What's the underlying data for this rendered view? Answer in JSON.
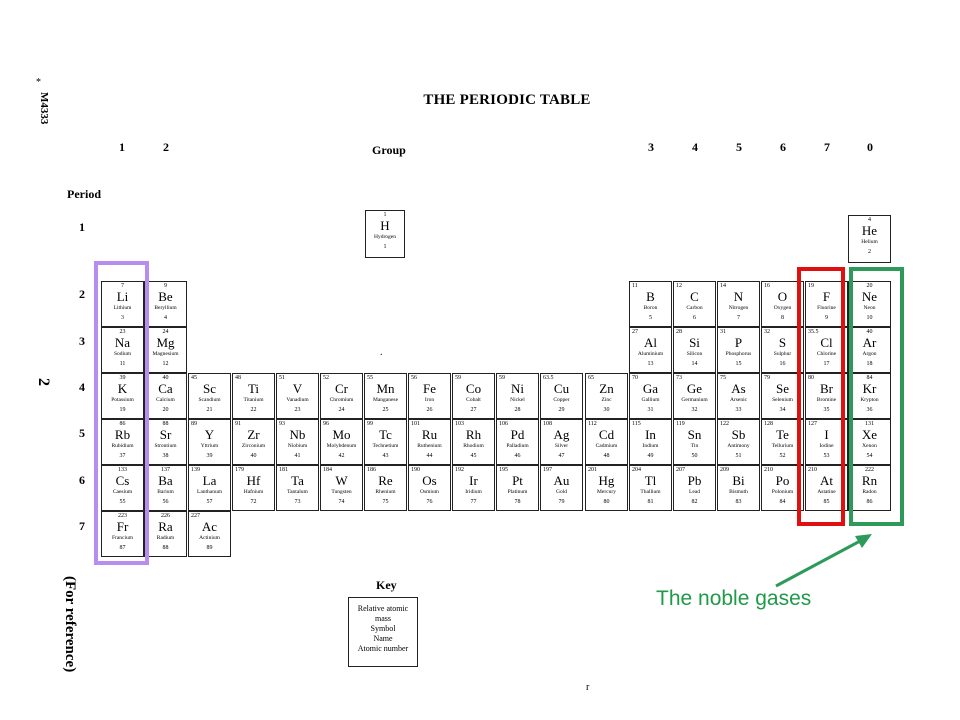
{
  "document": {
    "code": "M4333",
    "page_number": "2",
    "reference_note": "(For reference)",
    "title": "THE PERIODIC TABLE",
    "group_label": "Group",
    "period_label": "Period",
    "group_numbers": [
      "1",
      "2",
      "3",
      "4",
      "5",
      "6",
      "7",
      "0"
    ],
    "period_numbers": [
      "1",
      "2",
      "3",
      "4",
      "5",
      "6",
      "7"
    ],
    "key": {
      "label": "Key",
      "lines": [
        "Relative atomic",
        "mass",
        "Symbol",
        "Name",
        "Atomic number"
      ]
    }
  },
  "annotation": {
    "text": "The noble gases",
    "colors": {
      "group1_box": "#b98cf0",
      "halogen_box": "#e01010",
      "noble_box": "#2e9a5a",
      "arrow": "#2e9a5a",
      "text": "#1f9a48"
    }
  },
  "elements": [
    {
      "sym": "H",
      "name": "Hydrogen",
      "mass": "1",
      "num": "1",
      "col": -1,
      "row": 1
    },
    {
      "sym": "He",
      "name": "Helium",
      "mass": "4",
      "num": "2",
      "col": 16,
      "row": 1
    },
    {
      "sym": "Li",
      "name": "Lithium",
      "mass": "7",
      "num": "3",
      "col": 0,
      "row": 2
    },
    {
      "sym": "Be",
      "name": "Beryllium",
      "mass": "9",
      "num": "4",
      "col": 1,
      "row": 2
    },
    {
      "sym": "B",
      "name": "Boron",
      "mass": "11",
      "num": "5",
      "col": 11,
      "row": 2
    },
    {
      "sym": "C",
      "name": "Carbon",
      "mass": "12",
      "num": "6",
      "col": 12,
      "row": 2
    },
    {
      "sym": "N",
      "name": "Nitrogen",
      "mass": "14",
      "num": "7",
      "col": 13,
      "row": 2
    },
    {
      "sym": "O",
      "name": "Oxygen",
      "mass": "16",
      "num": "8",
      "col": 14,
      "row": 2
    },
    {
      "sym": "F",
      "name": "Fluorine",
      "mass": "19",
      "num": "9",
      "col": 15,
      "row": 2
    },
    {
      "sym": "Ne",
      "name": "Neon",
      "mass": "20",
      "num": "10",
      "col": 16,
      "row": 2
    },
    {
      "sym": "Na",
      "name": "Sodium",
      "mass": "23",
      "num": "11",
      "col": 0,
      "row": 3
    },
    {
      "sym": "Mg",
      "name": "Magnesium",
      "mass": "24",
      "num": "12",
      "col": 1,
      "row": 3
    },
    {
      "sym": "Al",
      "name": "Aluminium",
      "mass": "27",
      "num": "13",
      "col": 11,
      "row": 3
    },
    {
      "sym": "Si",
      "name": "Silicon",
      "mass": "28",
      "num": "14",
      "col": 12,
      "row": 3
    },
    {
      "sym": "P",
      "name": "Phosphorus",
      "mass": "31",
      "num": "15",
      "col": 13,
      "row": 3
    },
    {
      "sym": "S",
      "name": "Sulphur",
      "mass": "32",
      "num": "16",
      "col": 14,
      "row": 3
    },
    {
      "sym": "Cl",
      "name": "Chlorine",
      "mass": "35.5",
      "num": "17",
      "col": 15,
      "row": 3
    },
    {
      "sym": "Ar",
      "name": "Argon",
      "mass": "40",
      "num": "18",
      "col": 16,
      "row": 3
    },
    {
      "sym": "K",
      "name": "Potassium",
      "mass": "39",
      "num": "19",
      "col": 0,
      "row": 4
    },
    {
      "sym": "Ca",
      "name": "Calcium",
      "mass": "40",
      "num": "20",
      "col": 1,
      "row": 4
    },
    {
      "sym": "Sc",
      "name": "Scandium",
      "mass": "45",
      "num": "21",
      "col": 2,
      "row": 4
    },
    {
      "sym": "Ti",
      "name": "Titanium",
      "mass": "48",
      "num": "22",
      "col": 3,
      "row": 4
    },
    {
      "sym": "V",
      "name": "Vanadium",
      "mass": "51",
      "num": "23",
      "col": 4,
      "row": 4
    },
    {
      "sym": "Cr",
      "name": "Chromium",
      "mass": "52",
      "num": "24",
      "col": 5,
      "row": 4
    },
    {
      "sym": "Mn",
      "name": "Manganese",
      "mass": "55",
      "num": "25",
      "col": 6,
      "row": 4
    },
    {
      "sym": "Fe",
      "name": "Iron",
      "mass": "56",
      "num": "26",
      "col": 7,
      "row": 4
    },
    {
      "sym": "Co",
      "name": "Cobalt",
      "mass": "59",
      "num": "27",
      "col": 8,
      "row": 4
    },
    {
      "sym": "Ni",
      "name": "Nickel",
      "mass": "59",
      "num": "28",
      "col": 9,
      "row": 4
    },
    {
      "sym": "Cu",
      "name": "Copper",
      "mass": "63.5",
      "num": "29",
      "col": 10,
      "row": 4
    },
    {
      "sym": "Zn",
      "name": "Zinc",
      "mass": "65",
      "num": "30",
      "col": 10.9,
      "row": 4
    },
    {
      "sym": "Ga",
      "name": "Gallium",
      "mass": "70",
      "num": "31",
      "col": 11,
      "row": 4
    },
    {
      "sym": "Ge",
      "name": "Germanium",
      "mass": "73",
      "num": "32",
      "col": 12,
      "row": 4
    },
    {
      "sym": "As",
      "name": "Arsenic",
      "mass": "75",
      "num": "33",
      "col": 13,
      "row": 4
    },
    {
      "sym": "Se",
      "name": "Selenium",
      "mass": "79",
      "num": "34",
      "col": 14,
      "row": 4
    },
    {
      "sym": "Br",
      "name": "Bromine",
      "mass": "80",
      "num": "35",
      "col": 15,
      "row": 4
    },
    {
      "sym": "Kr",
      "name": "Krypton",
      "mass": "84",
      "num": "36",
      "col": 16,
      "row": 4
    },
    {
      "sym": "Rb",
      "name": "Rubidium",
      "mass": "86",
      "num": "37",
      "col": 0,
      "row": 5
    },
    {
      "sym": "Sr",
      "name": "Strontium",
      "mass": "88",
      "num": "38",
      "col": 1,
      "row": 5
    },
    {
      "sym": "Y",
      "name": "Yttrium",
      "mass": "89",
      "num": "39",
      "col": 2,
      "row": 5
    },
    {
      "sym": "Zr",
      "name": "Zirconium",
      "mass": "91",
      "num": "40",
      "col": 3,
      "row": 5
    },
    {
      "sym": "Nb",
      "name": "Niobium",
      "mass": "93",
      "num": "41",
      "col": 4,
      "row": 5
    },
    {
      "sym": "Mo",
      "name": "Molybdenum",
      "mass": "96",
      "num": "42",
      "col": 5,
      "row": 5
    },
    {
      "sym": "Tc",
      "name": "Technetium",
      "mass": "99",
      "num": "43",
      "col": 6,
      "row": 5
    },
    {
      "sym": "Ru",
      "name": "Ruthenium",
      "mass": "101",
      "num": "44",
      "col": 7,
      "row": 5
    },
    {
      "sym": "Rh",
      "name": "Rhodium",
      "mass": "103",
      "num": "45",
      "col": 8,
      "row": 5
    },
    {
      "sym": "Pd",
      "name": "Palladium",
      "mass": "106",
      "num": "46",
      "col": 9,
      "row": 5
    },
    {
      "sym": "Ag",
      "name": "Silver",
      "mass": "108",
      "num": "47",
      "col": 10,
      "row": 5
    },
    {
      "sym": "Cd",
      "name": "Cadmium",
      "mass": "112",
      "num": "48",
      "col": 10.9,
      "row": 5
    },
    {
      "sym": "In",
      "name": "Indium",
      "mass": "115",
      "num": "49",
      "col": 11,
      "row": 5
    },
    {
      "sym": "Sn",
      "name": "Tin",
      "mass": "119",
      "num": "50",
      "col": 12,
      "row": 5
    },
    {
      "sym": "Sb",
      "name": "Antimony",
      "mass": "122",
      "num": "51",
      "col": 13,
      "row": 5
    },
    {
      "sym": "Te",
      "name": "Tellurium",
      "mass": "128",
      "num": "52",
      "col": 14,
      "row": 5
    },
    {
      "sym": "I",
      "name": "Iodine",
      "mass": "127",
      "num": "53",
      "col": 15,
      "row": 5
    },
    {
      "sym": "Xe",
      "name": "Xenon",
      "mass": "131",
      "num": "54",
      "col": 16,
      "row": 5
    },
    {
      "sym": "Cs",
      "name": "Caesium",
      "mass": "133",
      "num": "55",
      "col": 0,
      "row": 6
    },
    {
      "sym": "Ba",
      "name": "Barium",
      "mass": "137",
      "num": "56",
      "col": 1,
      "row": 6
    },
    {
      "sym": "La",
      "name": "Lanthanum",
      "mass": "139",
      "num": "57",
      "col": 2,
      "row": 6
    },
    {
      "sym": "Hf",
      "name": "Hafnium",
      "mass": "179",
      "num": "72",
      "col": 3,
      "row": 6
    },
    {
      "sym": "Ta",
      "name": "Tantalum",
      "mass": "181",
      "num": "73",
      "col": 4,
      "row": 6
    },
    {
      "sym": "W",
      "name": "Tungsten",
      "mass": "184",
      "num": "74",
      "col": 5,
      "row": 6
    },
    {
      "sym": "Re",
      "name": "Rhenium",
      "mass": "186",
      "num": "75",
      "col": 6,
      "row": 6
    },
    {
      "sym": "Os",
      "name": "Osmium",
      "mass": "190",
      "num": "76",
      "col": 7,
      "row": 6
    },
    {
      "sym": "Ir",
      "name": "Iridium",
      "mass": "192",
      "num": "77",
      "col": 8,
      "row": 6
    },
    {
      "sym": "Pt",
      "name": "Platinum",
      "mass": "195",
      "num": "78",
      "col": 9,
      "row": 6
    },
    {
      "sym": "Au",
      "name": "Gold",
      "mass": "197",
      "num": "79",
      "col": 10,
      "row": 6
    },
    {
      "sym": "Hg",
      "name": "Mercury",
      "mass": "201",
      "num": "80",
      "col": 10.9,
      "row": 6
    },
    {
      "sym": "Tl",
      "name": "Thallium",
      "mass": "204",
      "num": "81",
      "col": 11,
      "row": 6
    },
    {
      "sym": "Pb",
      "name": "Lead",
      "mass": "207",
      "num": "82",
      "col": 12,
      "row": 6
    },
    {
      "sym": "Bi",
      "name": "Bismuth",
      "mass": "209",
      "num": "83",
      "col": 13,
      "row": 6
    },
    {
      "sym": "Po",
      "name": "Polonium",
      "mass": "210",
      "num": "84",
      "col": 14,
      "row": 6
    },
    {
      "sym": "At",
      "name": "Astatine",
      "mass": "210",
      "num": "85",
      "col": 15,
      "row": 6
    },
    {
      "sym": "Rn",
      "name": "Radon",
      "mass": "222",
      "num": "86",
      "col": 16,
      "row": 6
    },
    {
      "sym": "Fr",
      "name": "Francium",
      "mass": "223",
      "num": "87",
      "col": 0,
      "row": 7
    },
    {
      "sym": "Ra",
      "name": "Radium",
      "mass": "226",
      "num": "88",
      "col": 1,
      "row": 7
    },
    {
      "sym": "Ac",
      "name": "Actinium",
      "mass": "227",
      "num": "89",
      "col": 2,
      "row": 7
    }
  ]
}
